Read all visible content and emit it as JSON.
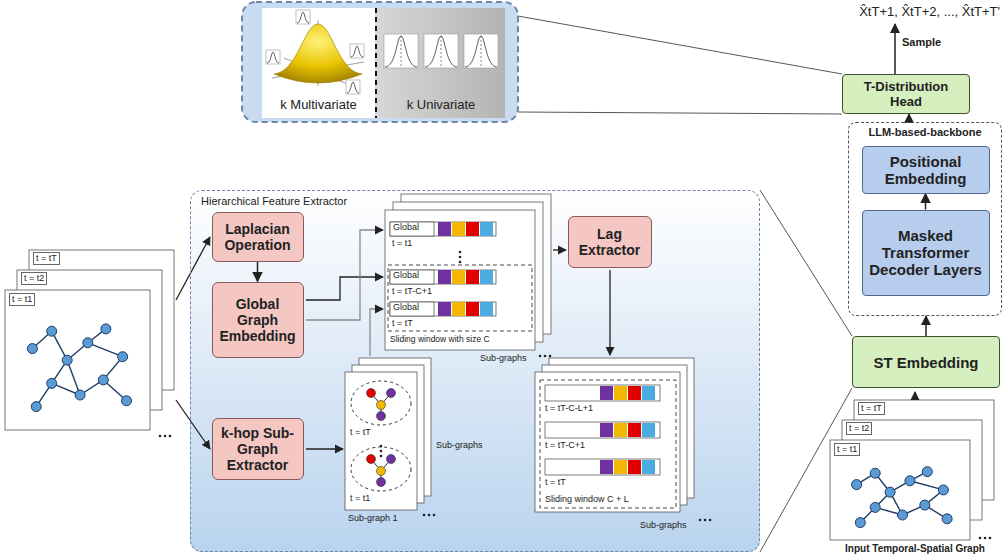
{
  "diagram": {
    "nodes": [
      {
        "text": [
          "k Multivariate"
        ]
      },
      {
        "text": [
          "k Univariate"
        ]
      },
      {
        "text": [
          "T-Distribution Head"
        ]
      },
      {
        "text": [
          "LLM-based-backbone"
        ]
      },
      {
        "text": [
          "Positional Embedding"
        ],
        "in": 3
      },
      {
        "text": [
          "Masked Transformer Decoder Layers"
        ],
        "in": 3
      },
      {
        "text": [
          "Hierarchical Feature Extractor"
        ]
      },
      {
        "text": [
          "Laplacian Operation"
        ],
        "in": 6
      },
      {
        "text": [
          "Global Graph Embedding"
        ],
        "in": 6
      },
      {
        "text": [
          "k-hop Sub-Graph Extractor"
        ],
        "in": 6
      },
      {
        "text": [
          "Lag Extractor"
        ],
        "in": 6
      },
      {
        "text": [
          "ST Embedding"
        ]
      }
    ],
    "edges": [
      {
        "from": 7,
        "to": 8,
        "arrow": "to"
      },
      {
        "from": 6,
        "to": 11,
        "arrow": "none"
      },
      {
        "from": 11,
        "to": 3,
        "arrow": "to"
      },
      {
        "from": 5,
        "to": 4,
        "arrow": "to"
      },
      {
        "from": 3,
        "to": 2,
        "arrow": "to"
      }
    ],
    "labels": [
      "X̂tT+1, X̂tT+2, ..., X̂tT+T'",
      "Sample",
      "t = tT",
      "t = t2",
      "t = t1",
      "Global",
      "t = t1",
      "Global",
      "t = tT-C+1",
      "Global",
      "t = tT",
      "Sliding window with size C",
      "Sub-graphs",
      "t = tT",
      "t = t1",
      "Sub-graph 1",
      "Sub-graphs",
      "t = tT-C-L+1",
      "t = tT-C+1",
      "t = tT",
      "Sliding window C + L",
      "Sub-graphs",
      "t = tT",
      "t = t2",
      "t = t1",
      "Input Temporal-Spatial Graph"
    ]
  }
}
